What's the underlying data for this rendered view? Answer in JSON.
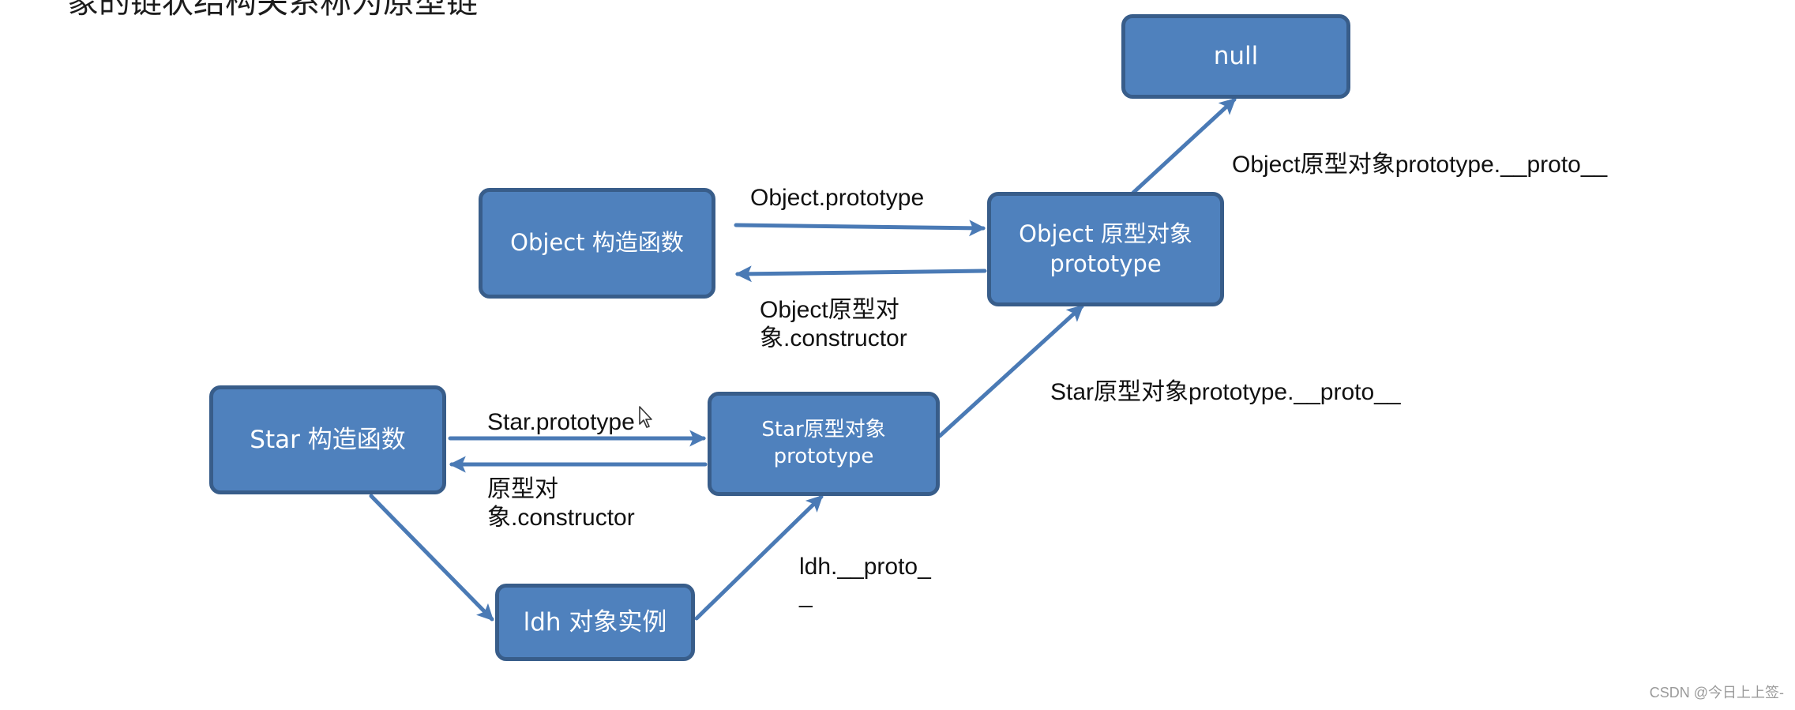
{
  "title": "象的链状结构关系称为原型链",
  "nodes": {
    "null": "null",
    "object_ctor": "Object 构造函数",
    "object_proto_line1": "Object 原型对象",
    "object_proto_line2": "prototype",
    "star_ctor": "Star 构造函数",
    "star_proto_line1": "Star原型对象",
    "star_proto_line2": "prototype",
    "ldh": "ldh 对象实例"
  },
  "edge_labels": {
    "object_prototype": "Object.prototype",
    "object_constructor_line1": "Object原型对",
    "object_constructor_line2": "象.constructor",
    "object_proto_chain": "Object原型对象prototype.__proto__",
    "star_proto_chain": "Star原型对象prototype.__proto__",
    "star_prototype": "Star.prototype",
    "star_constructor_line1": "原型对",
    "star_constructor_line2": "象.constructor",
    "ldh_proto_line1": "ldh.__proto_",
    "ldh_proto_line2": "_"
  },
  "watermark": "CSDN @今日上上签-",
  "colors": {
    "box_fill": "#4f81bd",
    "box_border": "#385d8a",
    "arrow": "#4a7ab5",
    "text_on_box": "#ffffff"
  }
}
